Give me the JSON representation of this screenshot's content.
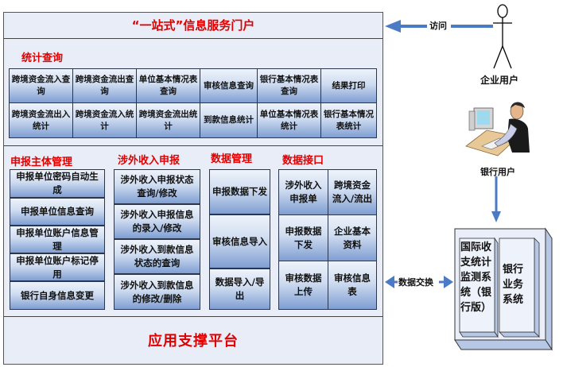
{
  "portal": {
    "title": "“一站式”信息服务门户"
  },
  "stats": {
    "title": "统计查询",
    "rows": [
      [
        "跨境资金流入查询",
        "跨境资金流出查询",
        "单位基本情况表查询",
        "审核信息查询",
        "银行基本情况表查询",
        "结果打印"
      ],
      [
        "跨境资金流出入统计",
        "跨境资金流入统计",
        "跨境资金流出统计",
        "到款信息统计",
        "单位基本情况表统计",
        "银行基本情况表统计"
      ]
    ]
  },
  "sections": {
    "entity": {
      "title": "申报主体管理",
      "items": [
        "申报单位密码自动生成",
        "申报单位信息查询",
        "申报单位账户信息管理",
        "申报单位账户标记停用",
        "银行自身信息变更"
      ]
    },
    "income": {
      "title": "涉外收入申报",
      "items": [
        "涉外收入申报状态查询/修改",
        "涉外收入申报信息的录入/修改",
        "涉外收入到款信息状态的查询",
        "涉外收入到款信息的修改/删除"
      ]
    },
    "data_mgmt": {
      "title": "数据管理",
      "items": [
        "申报数据下发",
        "审核信息导入",
        "数据导入/导出"
      ]
    },
    "interface": {
      "title": "数据接口",
      "rows": [
        [
          "涉外收入申报单",
          "跨境资金流入/流出"
        ],
        [
          "申报数据下发",
          "企业基本资料"
        ],
        [
          "审核数据上传",
          "审核信息表"
        ]
      ]
    }
  },
  "platform": {
    "title": "应用支撑平台"
  },
  "actors": {
    "enterprise_user": "企业用户",
    "bank_user": "银行用户",
    "access_label": "访问",
    "exchange_label": "数据交换"
  },
  "systems": {
    "bop": "国际收支统计监测系统（银行版）",
    "bank": "银行业务系统"
  },
  "colors": {
    "title_red": "#e00000",
    "arrow_blue": "#4a7bc4",
    "panel_bg": "#e9edf7"
  }
}
